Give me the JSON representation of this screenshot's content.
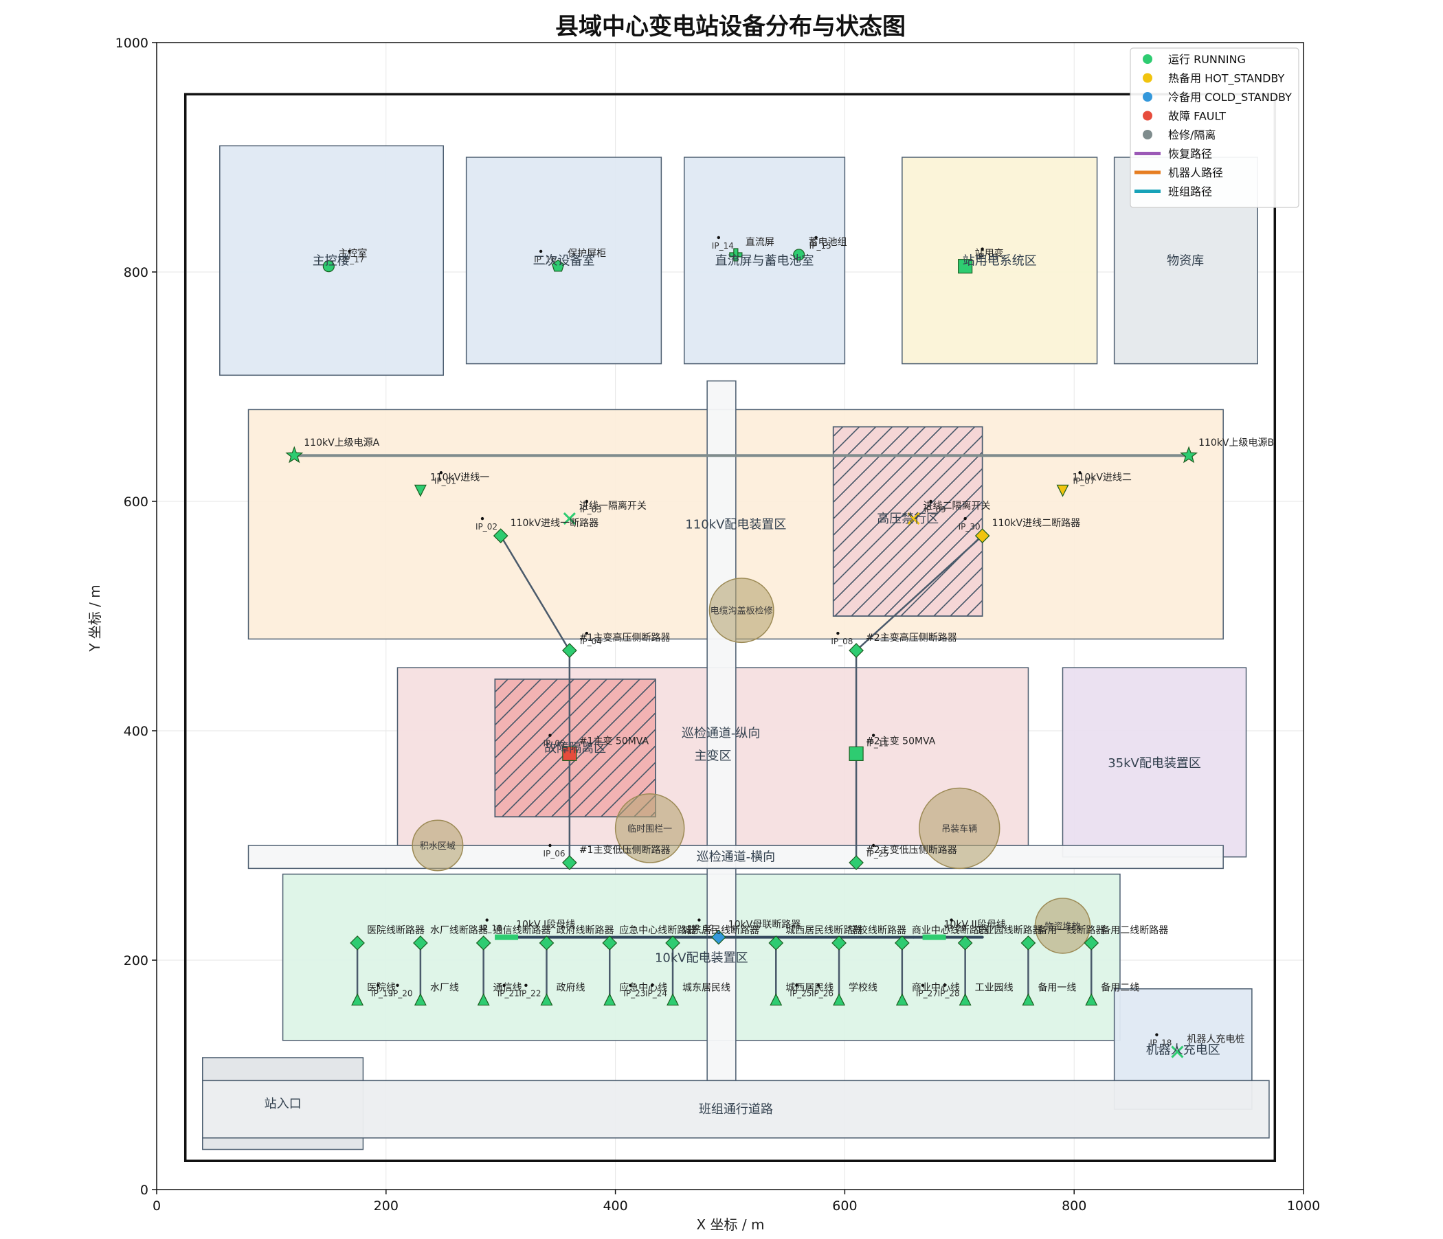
{
  "chart_data": {
    "type": "scatter",
    "title": "县域中心变电站设备分布与状态图",
    "xlabel": "X 坐标 / m",
    "ylabel": "Y 坐标 / m",
    "xlim": [
      0,
      1000
    ],
    "ylim": [
      0,
      1000
    ],
    "xticks": [
      0,
      200,
      400,
      600,
      800,
      1000
    ],
    "yticks": [
      0,
      200,
      400,
      600,
      800,
      1000
    ],
    "grid": true,
    "legend_position": "top-right",
    "colors": {
      "running": "#2ecc71",
      "hot_standby": "#f1c40f",
      "cold_standby": "#3498db",
      "fault": "#e74c3c",
      "maintenance": "#7f8c8d",
      "recovery_path": "#9b59b6",
      "robot_path": "#e67e22",
      "crew_path": "#17a2b8"
    },
    "legend": [
      {
        "label": "运行 RUNNING",
        "kind": "dot",
        "color": "#2ecc71"
      },
      {
        "label": "热备用 HOT_STANDBY",
        "kind": "dot",
        "color": "#f1c40f"
      },
      {
        "label": "冷备用 COLD_STANDBY",
        "kind": "dot",
        "color": "#3498db"
      },
      {
        "label": "故障 FAULT",
        "kind": "dot",
        "color": "#e74c3c"
      },
      {
        "label": "检修/隔离",
        "kind": "dot",
        "color": "#7f8c8d"
      },
      {
        "label": "恢复路径",
        "kind": "line",
        "color": "#9b59b6"
      },
      {
        "label": "机器人路径",
        "kind": "line",
        "color": "#e67e22"
      },
      {
        "label": "班组路径",
        "kind": "line",
        "color": "#17a2b8"
      }
    ],
    "zones": [
      {
        "name": "主控楼",
        "x0": 55,
        "y0": 710,
        "x1": 250,
        "y1": 910,
        "fill": "#dfe9f3"
      },
      {
        "name": "二次设备室",
        "x0": 270,
        "y0": 720,
        "x1": 440,
        "y1": 900,
        "fill": "#dfe9f3"
      },
      {
        "name": "直流屏与蓄电池室",
        "x0": 460,
        "y0": 720,
        "x1": 600,
        "y1": 900,
        "fill": "#dfe9f3"
      },
      {
        "name": "站用电系统区",
        "x0": 650,
        "y0": 720,
        "x1": 820,
        "y1": 900,
        "fill": "#fbf3d7"
      },
      {
        "name": "物资库",
        "x0": 835,
        "y0": 720,
        "x1": 960,
        "y1": 900,
        "fill": "#e5e9ec"
      },
      {
        "name": "110kV配电装置区",
        "x0": 80,
        "y0": 480,
        "x1": 930,
        "y1": 680,
        "fill": "#fdeedb"
      },
      {
        "name": "主变区",
        "x0": 210,
        "y0": 300,
        "x1": 760,
        "y1": 455,
        "fill": "#f5dfe0"
      },
      {
        "name": "35kV配电装置区",
        "x0": 790,
        "y0": 290,
        "x1": 950,
        "y1": 455,
        "fill": "#eadff0"
      },
      {
        "name": "10kV配电装置区",
        "x0": 110,
        "y0": 130,
        "x1": 840,
        "y1": 275,
        "fill": "#ddf4e7"
      },
      {
        "name": "机器人充电区",
        "x0": 835,
        "y0": 70,
        "x1": 955,
        "y1": 175,
        "fill": "#dfe9f3"
      },
      {
        "name": "站入口",
        "x0": 40,
        "y0": 35,
        "x1": 180,
        "y1": 115,
        "fill": "#e1e5e8"
      },
      {
        "name": "巡检通道-纵向",
        "x0": 480,
        "y0": 95,
        "x1": 505,
        "y1": 705,
        "fill": "#f6f7f8"
      },
      {
        "name": "巡检通道-横向",
        "x0": 80,
        "y0": 280,
        "x1": 930,
        "y1": 300,
        "fill": "#f6f7f8"
      },
      {
        "name": "班组通行道路",
        "x0": 40,
        "y0": 45,
        "x1": 970,
        "y1": 95,
        "fill": "#eceef0"
      }
    ],
    "zone_label_positions": [
      {
        "name": "主控楼",
        "x": 152,
        "y": 810
      },
      {
        "name": "二次设备室",
        "x": 355,
        "y": 810
      },
      {
        "name": "直流屏与蓄电池室",
        "x": 530,
        "y": 810
      },
      {
        "name": "站用电系统区",
        "x": 735,
        "y": 810
      },
      {
        "name": "物资库",
        "x": 897,
        "y": 810
      },
      {
        "name": "110kV配电装置区",
        "x": 505,
        "y": 580
      },
      {
        "name": "主变区",
        "x": 485,
        "y": 378
      },
      {
        "name": "35kV配电装置区",
        "x": 870,
        "y": 372
      },
      {
        "name": "10kV配电装置区",
        "x": 475,
        "y": 202
      },
      {
        "name": "机器人充电区",
        "x": 895,
        "y": 122
      },
      {
        "name": "站入口",
        "x": 110,
        "y": 75
      },
      {
        "name": "巡检通道-纵向",
        "x": 492,
        "y": 398
      },
      {
        "name": "巡检通道-横向",
        "x": 505,
        "y": 290
      },
      {
        "name": "班组通行道路",
        "x": 505,
        "y": 70
      }
    ],
    "hazards": [
      {
        "name": "高压禁行区",
        "x0": 590,
        "y0": 500,
        "x1": 720,
        "y1": 665,
        "fill": "#f5d6d6",
        "lx": 655,
        "ly": 585
      },
      {
        "name": "故障隔离区",
        "x0": 295,
        "y0": 325,
        "x1": 435,
        "y1": 445,
        "fill": "#f2b3b3",
        "lx": 365,
        "ly": 385
      }
    ],
    "obstacles": [
      {
        "name": "电缆沟盖板检修",
        "x": 510,
        "y": 505,
        "r": 28
      },
      {
        "name": "临时围栏一",
        "x": 430,
        "y": 315,
        "r": 30
      },
      {
        "name": "积水区域",
        "x": 245,
        "y": 300,
        "r": 22
      },
      {
        "name": "吊装车辆",
        "x": 700,
        "y": 315,
        "r": 35
      },
      {
        "name": "物资堆放",
        "x": 790,
        "y": 230,
        "r": 24
      }
    ],
    "busbars": [
      {
        "name": "110kV母线",
        "x0": 120,
        "x1": 900,
        "y": 640,
        "color": "#7f8c8d"
      },
      {
        "name": "10kV I段母线",
        "x0": 300,
        "x1": 490,
        "y": 220,
        "color": "#34495e"
      },
      {
        "name": "10kV 母联",
        "x0": 490,
        "x1": 660,
        "y": 220,
        "color": "#34495e"
      },
      {
        "name": "10kV II段母线",
        "x0": 660,
        "x1": 720,
        "y": 220,
        "color": "#34495e"
      }
    ],
    "connections": [
      [
        [
          300,
          570
        ],
        [
          360,
          470
        ]
      ],
      [
        [
          360,
          470
        ],
        [
          360,
          380
        ]
      ],
      [
        [
          360,
          380
        ],
        [
          360,
          285
        ]
      ],
      [
        [
          720,
          570
        ],
        [
          610,
          470
        ]
      ],
      [
        [
          610,
          470
        ],
        [
          610,
          380
        ]
      ],
      [
        [
          610,
          380
        ],
        [
          610,
          285
        ]
      ],
      [
        [
          175,
          215
        ],
        [
          175,
          165
        ]
      ],
      [
        [
          230,
          215
        ],
        [
          230,
          165
        ]
      ],
      [
        [
          285,
          215
        ],
        [
          285,
          165
        ]
      ],
      [
        [
          340,
          215
        ],
        [
          340,
          165
        ]
      ],
      [
        [
          395,
          215
        ],
        [
          395,
          165
        ]
      ],
      [
        [
          450,
          215
        ],
        [
          450,
          165
        ]
      ],
      [
        [
          540,
          215
        ],
        [
          540,
          165
        ]
      ],
      [
        [
          595,
          215
        ],
        [
          595,
          165
        ]
      ],
      [
        [
          650,
          215
        ],
        [
          650,
          165
        ]
      ],
      [
        [
          705,
          215
        ],
        [
          705,
          165
        ]
      ],
      [
        [
          760,
          215
        ],
        [
          760,
          165
        ]
      ],
      [
        [
          815,
          215
        ],
        [
          815,
          165
        ]
      ]
    ],
    "devices": [
      {
        "id": "主控室",
        "label": "主控室",
        "x": 150,
        "y": 805,
        "marker": "circle",
        "status": "running",
        "ip": "IP_17",
        "ipx": 168,
        "ipy": 818
      },
      {
        "id": "保护屏柜",
        "label": "保护屏柜",
        "x": 350,
        "y": 805,
        "marker": "pentagon",
        "status": "running",
        "ip": "IP_16",
        "ipx": 335,
        "ipy": 818
      },
      {
        "id": "直流屏",
        "label": "直流屏",
        "x": 505,
        "y": 815,
        "marker": "plus",
        "status": "running",
        "ip": "IP_14",
        "ipx": 490,
        "ipy": 830
      },
      {
        "id": "蓄电池组",
        "label": "蓄电池组",
        "x": 560,
        "y": 815,
        "marker": "circle",
        "status": "running",
        "ip": "IP_15",
        "ipx": 575,
        "ipy": 830
      },
      {
        "id": "站用变",
        "label": "站用变",
        "x": 705,
        "y": 805,
        "marker": "square",
        "status": "running",
        "ip": "IP_13",
        "ipx": 720,
        "ipy": 820
      },
      {
        "id": "110kV上级电源A",
        "label": "110kV上级电源A",
        "x": 120,
        "y": 640,
        "marker": "star",
        "status": "running",
        "ip": "",
        "ipx": 0,
        "ipy": 0
      },
      {
        "id": "110kV上级电源B",
        "label": "110kV上级电源B",
        "x": 900,
        "y": 640,
        "marker": "star",
        "status": "running",
        "ip": "",
        "ipx": 0,
        "ipy": 0
      },
      {
        "id": "110kV进线一",
        "label": "110kV进线一",
        "x": 230,
        "y": 610,
        "marker": "triangle-down",
        "status": "running",
        "ip": "IP_01",
        "ipx": 248,
        "ipy": 625
      },
      {
        "id": "110kV进线二",
        "label": "110kV进线二",
        "x": 790,
        "y": 610,
        "marker": "triangle-down",
        "status": "hot_standby",
        "ip": "IP_07",
        "ipx": 805,
        "ipy": 625
      },
      {
        "id": "进线一隔离开关",
        "label": "进线一隔离开关",
        "x": 360,
        "y": 585,
        "marker": "x",
        "status": "running",
        "ip": "IP_03",
        "ipx": 375,
        "ipy": 600
      },
      {
        "id": "进线二隔离开关",
        "label": "进线二隔离开关",
        "x": 660,
        "y": 585,
        "marker": "x",
        "status": "hot_standby",
        "ip": "IP_09",
        "ipx": 675,
        "ipy": 600
      },
      {
        "id": "110kV进线一断路器",
        "label": "110kV进线一断路器",
        "x": 300,
        "y": 570,
        "marker": "diamond",
        "status": "running",
        "ip": "IP_02",
        "ipx": 284,
        "ipy": 585
      },
      {
        "id": "110kV进线二断路器",
        "label": "110kV进线二断路器",
        "x": 720,
        "y": 570,
        "marker": "diamond",
        "status": "hot_standby",
        "ip": "IP_30",
        "ipx": 705,
        "ipy": 585
      },
      {
        "id": "#1主变高压侧断路器",
        "label": "#1主变高压侧断路器",
        "x": 360,
        "y": 470,
        "marker": "diamond",
        "status": "running",
        "ip": "IP_04",
        "ipx": 375,
        "ipy": 485
      },
      {
        "id": "#2主变高压侧断路器",
        "label": "#2主变高压侧断路器",
        "x": 610,
        "y": 470,
        "marker": "diamond",
        "status": "running",
        "ip": "IP_08",
        "ipx": 594,
        "ipy": 485
      },
      {
        "id": "#1主变 50MVA",
        "label": "#1主变 50MVA",
        "x": 360,
        "y": 380,
        "marker": "square",
        "status": "fault",
        "ip": "IP_05",
        "ipx": 343,
        "ipy": 396
      },
      {
        "id": "#2主变 50MVA",
        "label": "#2主变 50MVA",
        "x": 610,
        "y": 380,
        "marker": "square",
        "status": "running",
        "ip": "IP_11",
        "ipx": 625,
        "ipy": 396
      },
      {
        "id": "#1主变低压侧断路器",
        "label": "#1主变低压侧断路器",
        "x": 360,
        "y": 285,
        "marker": "diamond",
        "status": "running",
        "ip": "IP_06",
        "ipx": 343,
        "ipy": 300
      },
      {
        "id": "#2主变低压侧断路器",
        "label": "#2主变低压侧断路器",
        "x": 610,
        "y": 285,
        "marker": "diamond",
        "status": "running",
        "ip": "IP_25",
        "ipx": 625,
        "ipy": 300
      },
      {
        "id": "10kV I段母线",
        "label": "10kV I段母线",
        "x": 305,
        "y": 220,
        "marker": "hbar",
        "status": "running",
        "ip": "IP_10",
        "ipx": 288,
        "ipy": 235
      },
      {
        "id": "10kV母联断路器",
        "label": "10kV母联断路器",
        "x": 490,
        "y": 220,
        "marker": "diamond",
        "status": "cold_standby",
        "ip": "IP_12",
        "ipx": 473,
        "ipy": 235
      },
      {
        "id": "10kV II段母线",
        "label": "10kV II段母线",
        "x": 678,
        "y": 220,
        "marker": "hbar",
        "status": "running",
        "ip": "IP_29",
        "ipx": 693,
        "ipy": 235
      },
      {
        "id": "医院线断路器",
        "label": "医院线断路器",
        "x": 175,
        "y": 215,
        "marker": "diamond",
        "status": "running",
        "ip": "",
        "ipx": 0,
        "ipy": 0
      },
      {
        "id": "水厂线断路器",
        "label": "水厂线断路器",
        "x": 230,
        "y": 215,
        "marker": "diamond",
        "status": "running",
        "ip": "",
        "ipx": 0,
        "ipy": 0
      },
      {
        "id": "通信线断路器",
        "label": "通信线断路器",
        "x": 285,
        "y": 215,
        "marker": "diamond",
        "status": "running",
        "ip": "",
        "ipx": 0,
        "ipy": 0
      },
      {
        "id": "政府线断路器",
        "label": "政府线断路器",
        "x": 340,
        "y": 215,
        "marker": "diamond",
        "status": "running",
        "ip": "",
        "ipx": 0,
        "ipy": 0
      },
      {
        "id": "应急中心线断路器",
        "label": "应急中心线断路器",
        "x": 395,
        "y": 215,
        "marker": "diamond",
        "status": "running",
        "ip": "",
        "ipx": 0,
        "ipy": 0
      },
      {
        "id": "城东居民线断路器",
        "label": "城东居民线断路器",
        "x": 450,
        "y": 215,
        "marker": "diamond",
        "status": "running",
        "ip": "",
        "ipx": 0,
        "ipy": 0
      },
      {
        "id": "城西居民线断路器",
        "label": "城西居民线断路器",
        "x": 540,
        "y": 215,
        "marker": "diamond",
        "status": "running",
        "ip": "",
        "ipx": 0,
        "ipy": 0
      },
      {
        "id": "学校线断路器",
        "label": "学校线断路器",
        "x": 595,
        "y": 215,
        "marker": "diamond",
        "status": "running",
        "ip": "",
        "ipx": 0,
        "ipy": 0
      },
      {
        "id": "商业中心线断路器",
        "label": "商业中心线断路器",
        "x": 650,
        "y": 215,
        "marker": "diamond",
        "status": "running",
        "ip": "",
        "ipx": 0,
        "ipy": 0
      },
      {
        "id": "工业园线断路器",
        "label": "工业园线断路器",
        "x": 705,
        "y": 215,
        "marker": "diamond",
        "status": "running",
        "ip": "",
        "ipx": 0,
        "ipy": 0
      },
      {
        "id": "备用一线断路器",
        "label": "备用一线断路器",
        "x": 760,
        "y": 215,
        "marker": "diamond",
        "status": "running",
        "ip": "",
        "ipx": 0,
        "ipy": 0
      },
      {
        "id": "备用二线断路器",
        "label": "备用二线断路器",
        "x": 815,
        "y": 215,
        "marker": "diamond",
        "status": "running",
        "ip": "",
        "ipx": 0,
        "ipy": 0
      },
      {
        "id": "医院线",
        "label": "医院线",
        "x": 175,
        "y": 165,
        "marker": "triangle-up",
        "status": "running",
        "ip": "IP_19",
        "ipx": 193,
        "ipy": 178
      },
      {
        "id": "水厂线",
        "label": "水厂线",
        "x": 230,
        "y": 165,
        "marker": "triangle-up",
        "status": "running",
        "ip": "IP_20",
        "ipx": 210,
        "ipy": 178
      },
      {
        "id": "通信线",
        "label": "通信线",
        "x": 285,
        "y": 165,
        "marker": "triangle-up",
        "status": "running",
        "ip": "IP_21",
        "ipx": 303,
        "ipy": 178
      },
      {
        "id": "政府线",
        "label": "政府线",
        "x": 340,
        "y": 165,
        "marker": "triangle-up",
        "status": "running",
        "ip": "IP_22",
        "ipx": 322,
        "ipy": 178
      },
      {
        "id": "应急中心线",
        "label": "应急中心线",
        "x": 395,
        "y": 165,
        "marker": "triangle-up",
        "status": "running",
        "ip": "IP_23",
        "ipx": 413,
        "ipy": 178
      },
      {
        "id": "城东居民线",
        "label": "城东居民线",
        "x": 450,
        "y": 165,
        "marker": "triangle-up",
        "status": "running",
        "ip": "IP_24",
        "ipx": 432,
        "ipy": 178
      },
      {
        "id": "城西居民线",
        "label": "城西居民线",
        "x": 540,
        "y": 165,
        "marker": "triangle-up",
        "status": "running",
        "ip": "IP_25",
        "ipx": 558,
        "ipy": 178
      },
      {
        "id": "学校线",
        "label": "学校线",
        "x": 595,
        "y": 165,
        "marker": "triangle-up",
        "status": "running",
        "ip": "IP_26",
        "ipx": 577,
        "ipy": 178
      },
      {
        "id": "商业中心线",
        "label": "商业中心线",
        "x": 650,
        "y": 165,
        "marker": "triangle-up",
        "status": "running",
        "ip": "IP_27",
        "ipx": 668,
        "ipy": 178
      },
      {
        "id": "工业园线",
        "label": "工业园线",
        "x": 705,
        "y": 165,
        "marker": "triangle-up",
        "status": "running",
        "ip": "IP_28",
        "ipx": 687,
        "ipy": 178
      },
      {
        "id": "备用一线",
        "label": "备用一线",
        "x": 760,
        "y": 165,
        "marker": "triangle-up",
        "status": "running",
        "ip": "",
        "ipx": 0,
        "ipy": 0
      },
      {
        "id": "备用二线",
        "label": "备用二线",
        "x": 815,
        "y": 165,
        "marker": "triangle-up",
        "status": "running",
        "ip": "",
        "ipx": 0,
        "ipy": 0
      },
      {
        "id": "机器人充电桩",
        "label": "机器人充电桩",
        "x": 890,
        "y": 120,
        "marker": "x",
        "status": "running",
        "ip": "IP_18",
        "ipx": 872,
        "ipy": 135
      }
    ]
  }
}
